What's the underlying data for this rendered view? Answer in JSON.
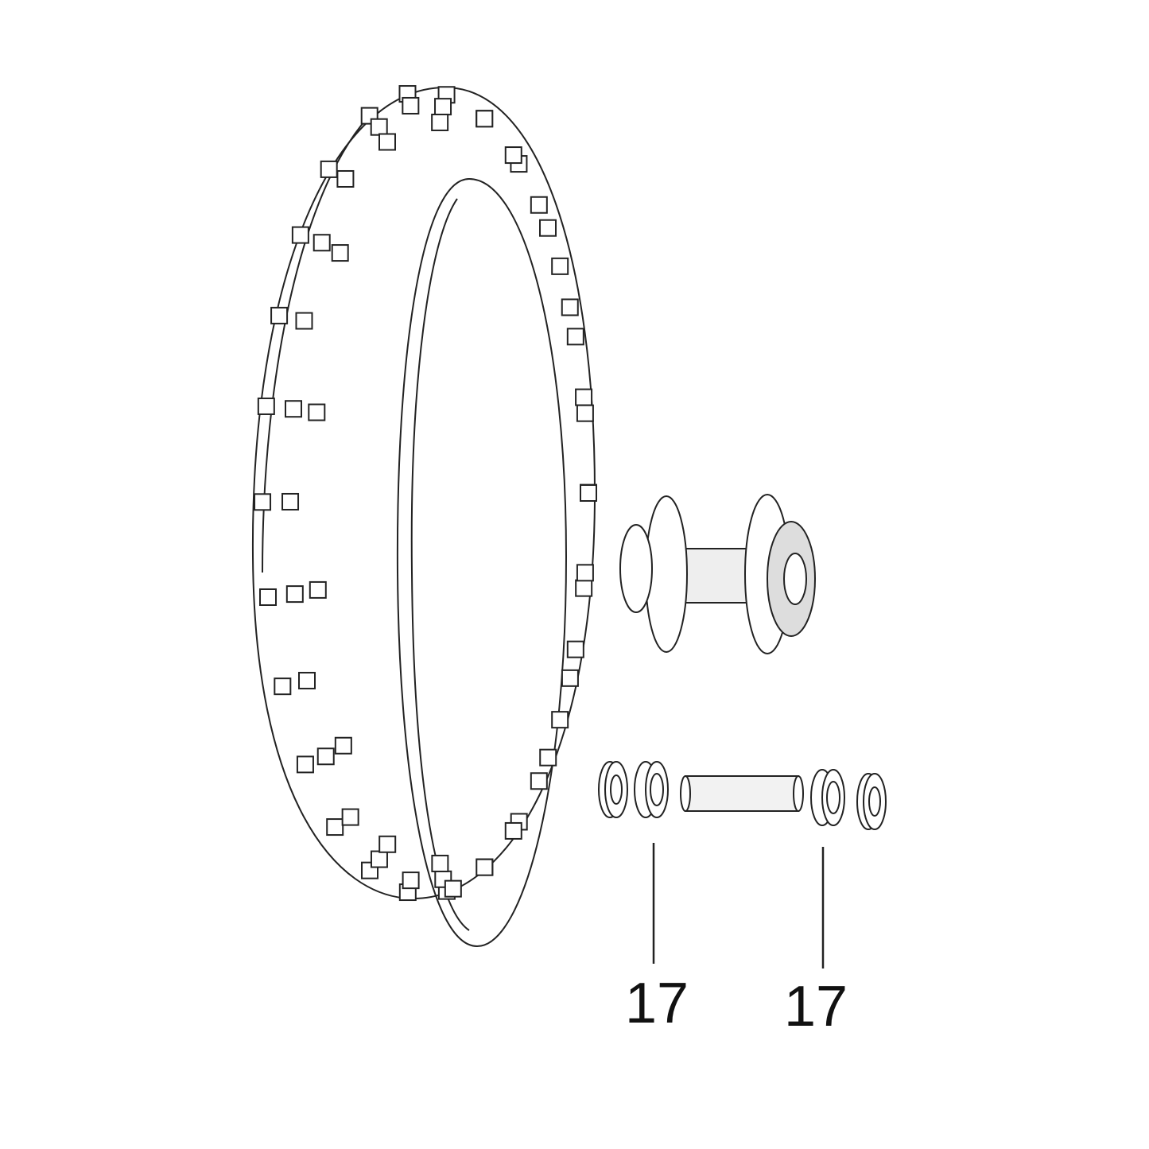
{
  "diagram": {
    "callouts": [
      {
        "part": "bearing-left",
        "number": "17"
      },
      {
        "part": "bearing-right",
        "number": "17"
      }
    ],
    "colors": {
      "line": "#222222",
      "background": "#ffffff"
    }
  }
}
